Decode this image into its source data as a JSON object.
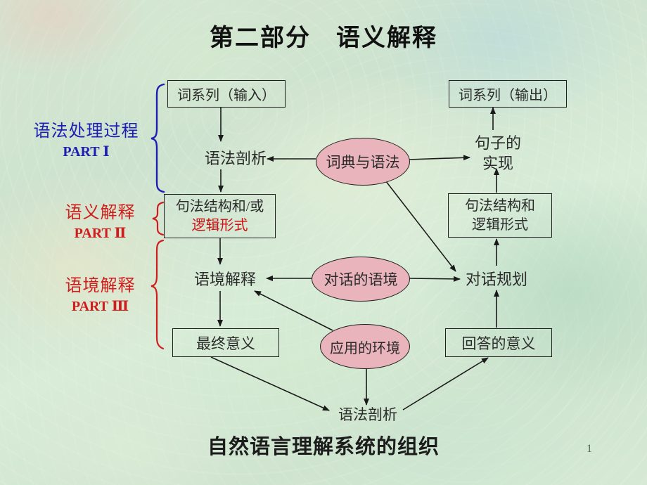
{
  "slide": {
    "title": "第二部分　语义解释",
    "caption": "自然语言理解系统的组织",
    "page_number": "1"
  },
  "side_labels": [
    {
      "title": "语法处理过程",
      "part": "PART Ⅰ"
    },
    {
      "title": "语义解释",
      "part": "PART Ⅱ"
    },
    {
      "title": "语境解释",
      "part": "PART Ⅲ"
    }
  ],
  "nodes": {
    "word_series_input": "词系列（输入）",
    "word_series_output": "词系列（输出）",
    "parse_top": "语法剖析",
    "lexicon_grammar": "词典与语法",
    "sentence_realization_line1": "句子的",
    "sentence_realization_line2": "实现",
    "syntactic_left_line1": "句法结构和/或",
    "syntactic_left_line2": "逻辑形式",
    "syntactic_right_line1": "句法结构和",
    "syntactic_right_line2": "逻辑形式",
    "context_interpretation": "语境解释",
    "dialog_context": "对话的语境",
    "dialog_planning": "对话规划",
    "final_meaning": "最终意义",
    "application_environment": "应用的环境",
    "answer_meaning": "回答的意义",
    "parse_bottom": "语法剖析"
  },
  "colors": {
    "blue_label": "#1e1eb4",
    "red_label": "#cf1d1d",
    "red_text": "#cc1111",
    "ellipse_fill": "#e9b4bc",
    "line": "#1a1a1a"
  }
}
